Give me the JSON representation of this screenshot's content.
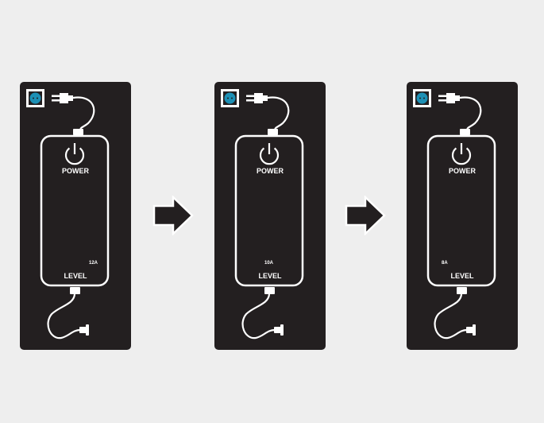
{
  "colors": {
    "background": "#eeeeee",
    "panel": "#231f20",
    "socket": "#1d90b5",
    "stroke": "#ffffff"
  },
  "icons": [
    "socket-icon",
    "plug-icon",
    "power-icon",
    "arrow-right-icon",
    "charger-connector-icon"
  ],
  "panels": [
    {
      "power_label": "POWER",
      "level_label": "LEVEL",
      "current": "12A",
      "current_align": "right"
    },
    {
      "power_label": "POWER",
      "level_label": "LEVEL",
      "current": "10A",
      "current_align": "center"
    },
    {
      "power_label": "POWER",
      "level_label": "LEVEL",
      "current": "8A",
      "current_align": "left"
    }
  ]
}
